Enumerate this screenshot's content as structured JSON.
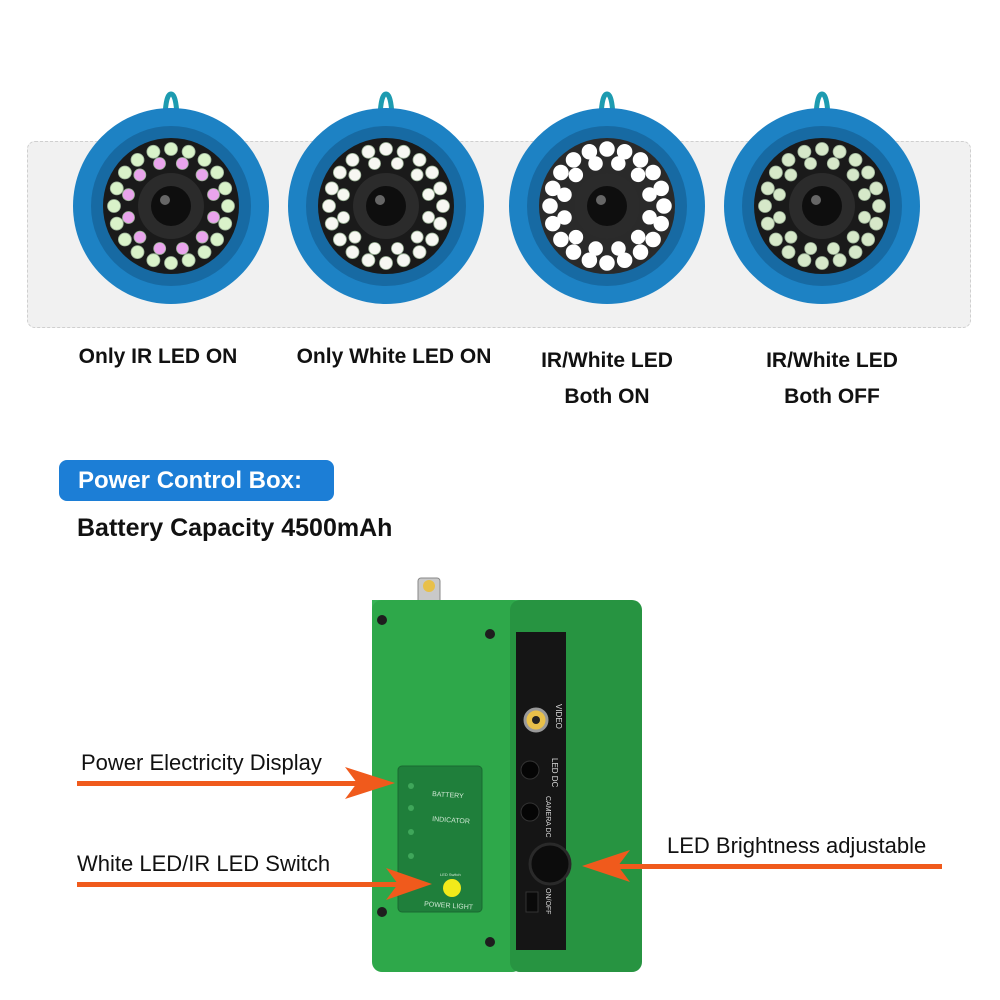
{
  "cameras": [
    {
      "caption_lines": [
        "Only IR LED ON"
      ],
      "led_inner": "#e9a4ec",
      "led_outer": "#d9f2c9",
      "glow": false
    },
    {
      "caption_lines": [
        "Only White LED ON"
      ],
      "led_inner": "#f7f7f2",
      "led_outer": "#f7f7f2",
      "glow": false
    },
    {
      "caption_lines": [
        "IR/White LED",
        "Both ON"
      ],
      "led_inner": "#ffffff",
      "led_outer": "#ffffff",
      "glow": true
    },
    {
      "caption_lines": [
        "IR/White LED",
        "Both OFF"
      ],
      "led_inner": "#d6e8c9",
      "led_outer": "#d6e8c9",
      "glow": false
    }
  ],
  "section": {
    "badge_label": "Power Control Box:",
    "capacity_text": "Battery Capacity 4500mAh"
  },
  "callouts": {
    "power_display": "Power Electricity Display",
    "led_switch": "White LED/IR LED Switch",
    "brightness": "LED Brightness adjustable"
  },
  "box_labels": {
    "battery": "BATTERY",
    "indicator": "INDICATOR",
    "power_light": "POWER LIGHT",
    "switch_tag": "LED Switch",
    "video": "VIDEO",
    "led_dc": "LED DC",
    "camera_dc": "CAMERA DC",
    "on_off": "ON/OFF"
  },
  "colors": {
    "ring_blue": "#1d82c4",
    "box_green": "#2ea84a",
    "arrow_orange": "#f05a1c",
    "badge_blue": "#1c7ed6"
  }
}
